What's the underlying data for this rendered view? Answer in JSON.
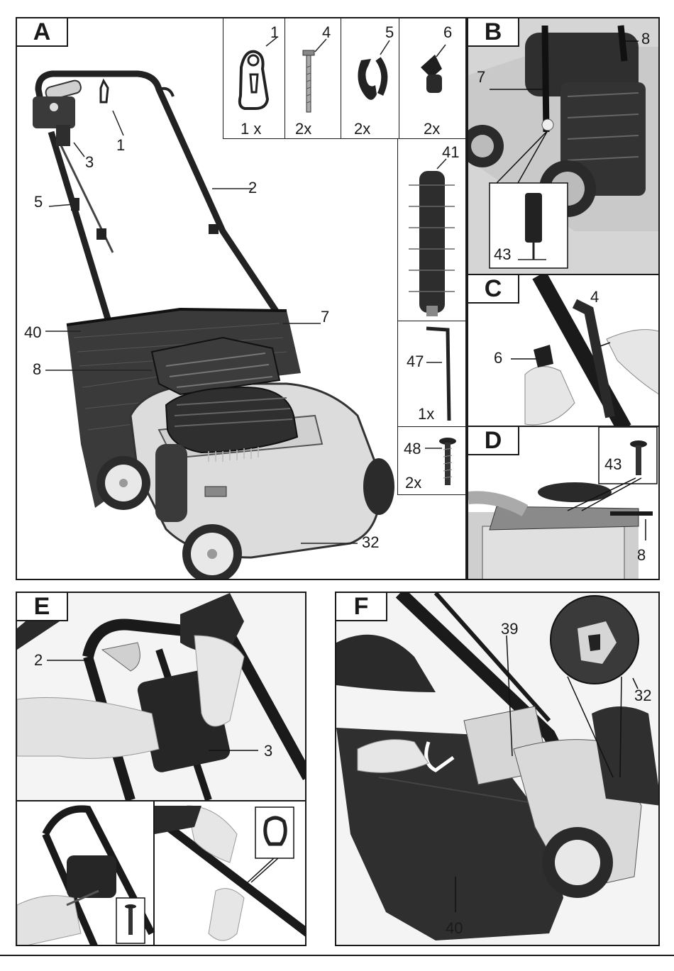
{
  "panels": {
    "a": {
      "letter": "A"
    },
    "b": {
      "letter": "B"
    },
    "c": {
      "letter": "C"
    },
    "d": {
      "letter": "D"
    },
    "e": {
      "letter": "E"
    },
    "f": {
      "letter": "F"
    }
  },
  "parts": [
    {
      "num": "1",
      "qty": "1 x"
    },
    {
      "num": "4",
      "qty": "2x"
    },
    {
      "num": "5",
      "qty": "2x"
    },
    {
      "num": "6",
      "qty": "2x"
    }
  ],
  "extra_parts": {
    "roller": {
      "num": "41"
    },
    "allen_key": {
      "num": "47",
      "qty": "1x"
    },
    "screw": {
      "num": "48",
      "qty": "2x"
    }
  },
  "callouts_a": [
    "1",
    "3",
    "2",
    "5",
    "7",
    "40",
    "8",
    "32"
  ],
  "callouts_b": [
    "8",
    "7",
    "43"
  ],
  "callouts_c": [
    "4",
    "6"
  ],
  "callouts_d": [
    "43",
    "8"
  ],
  "callouts_e": [
    "2",
    "3"
  ],
  "callouts_f": [
    "39",
    "32",
    "40"
  ],
  "colors": {
    "ink": "#1a1a1a",
    "light_grey": "#d9d9d9",
    "mid_grey": "#8c8c8c",
    "dark": "#2b2b2b"
  }
}
